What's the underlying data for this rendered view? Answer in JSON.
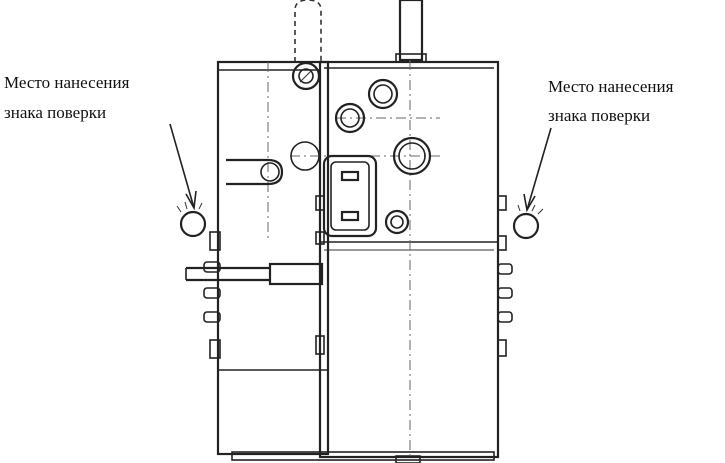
{
  "labels": {
    "left_line1": "Место нанесения",
    "left_line2": "знака поверки",
    "right_line1": "Место нанесения",
    "right_line2": "знака поверки"
  },
  "colors": {
    "line": "#222222",
    "background": "#ffffff"
  }
}
